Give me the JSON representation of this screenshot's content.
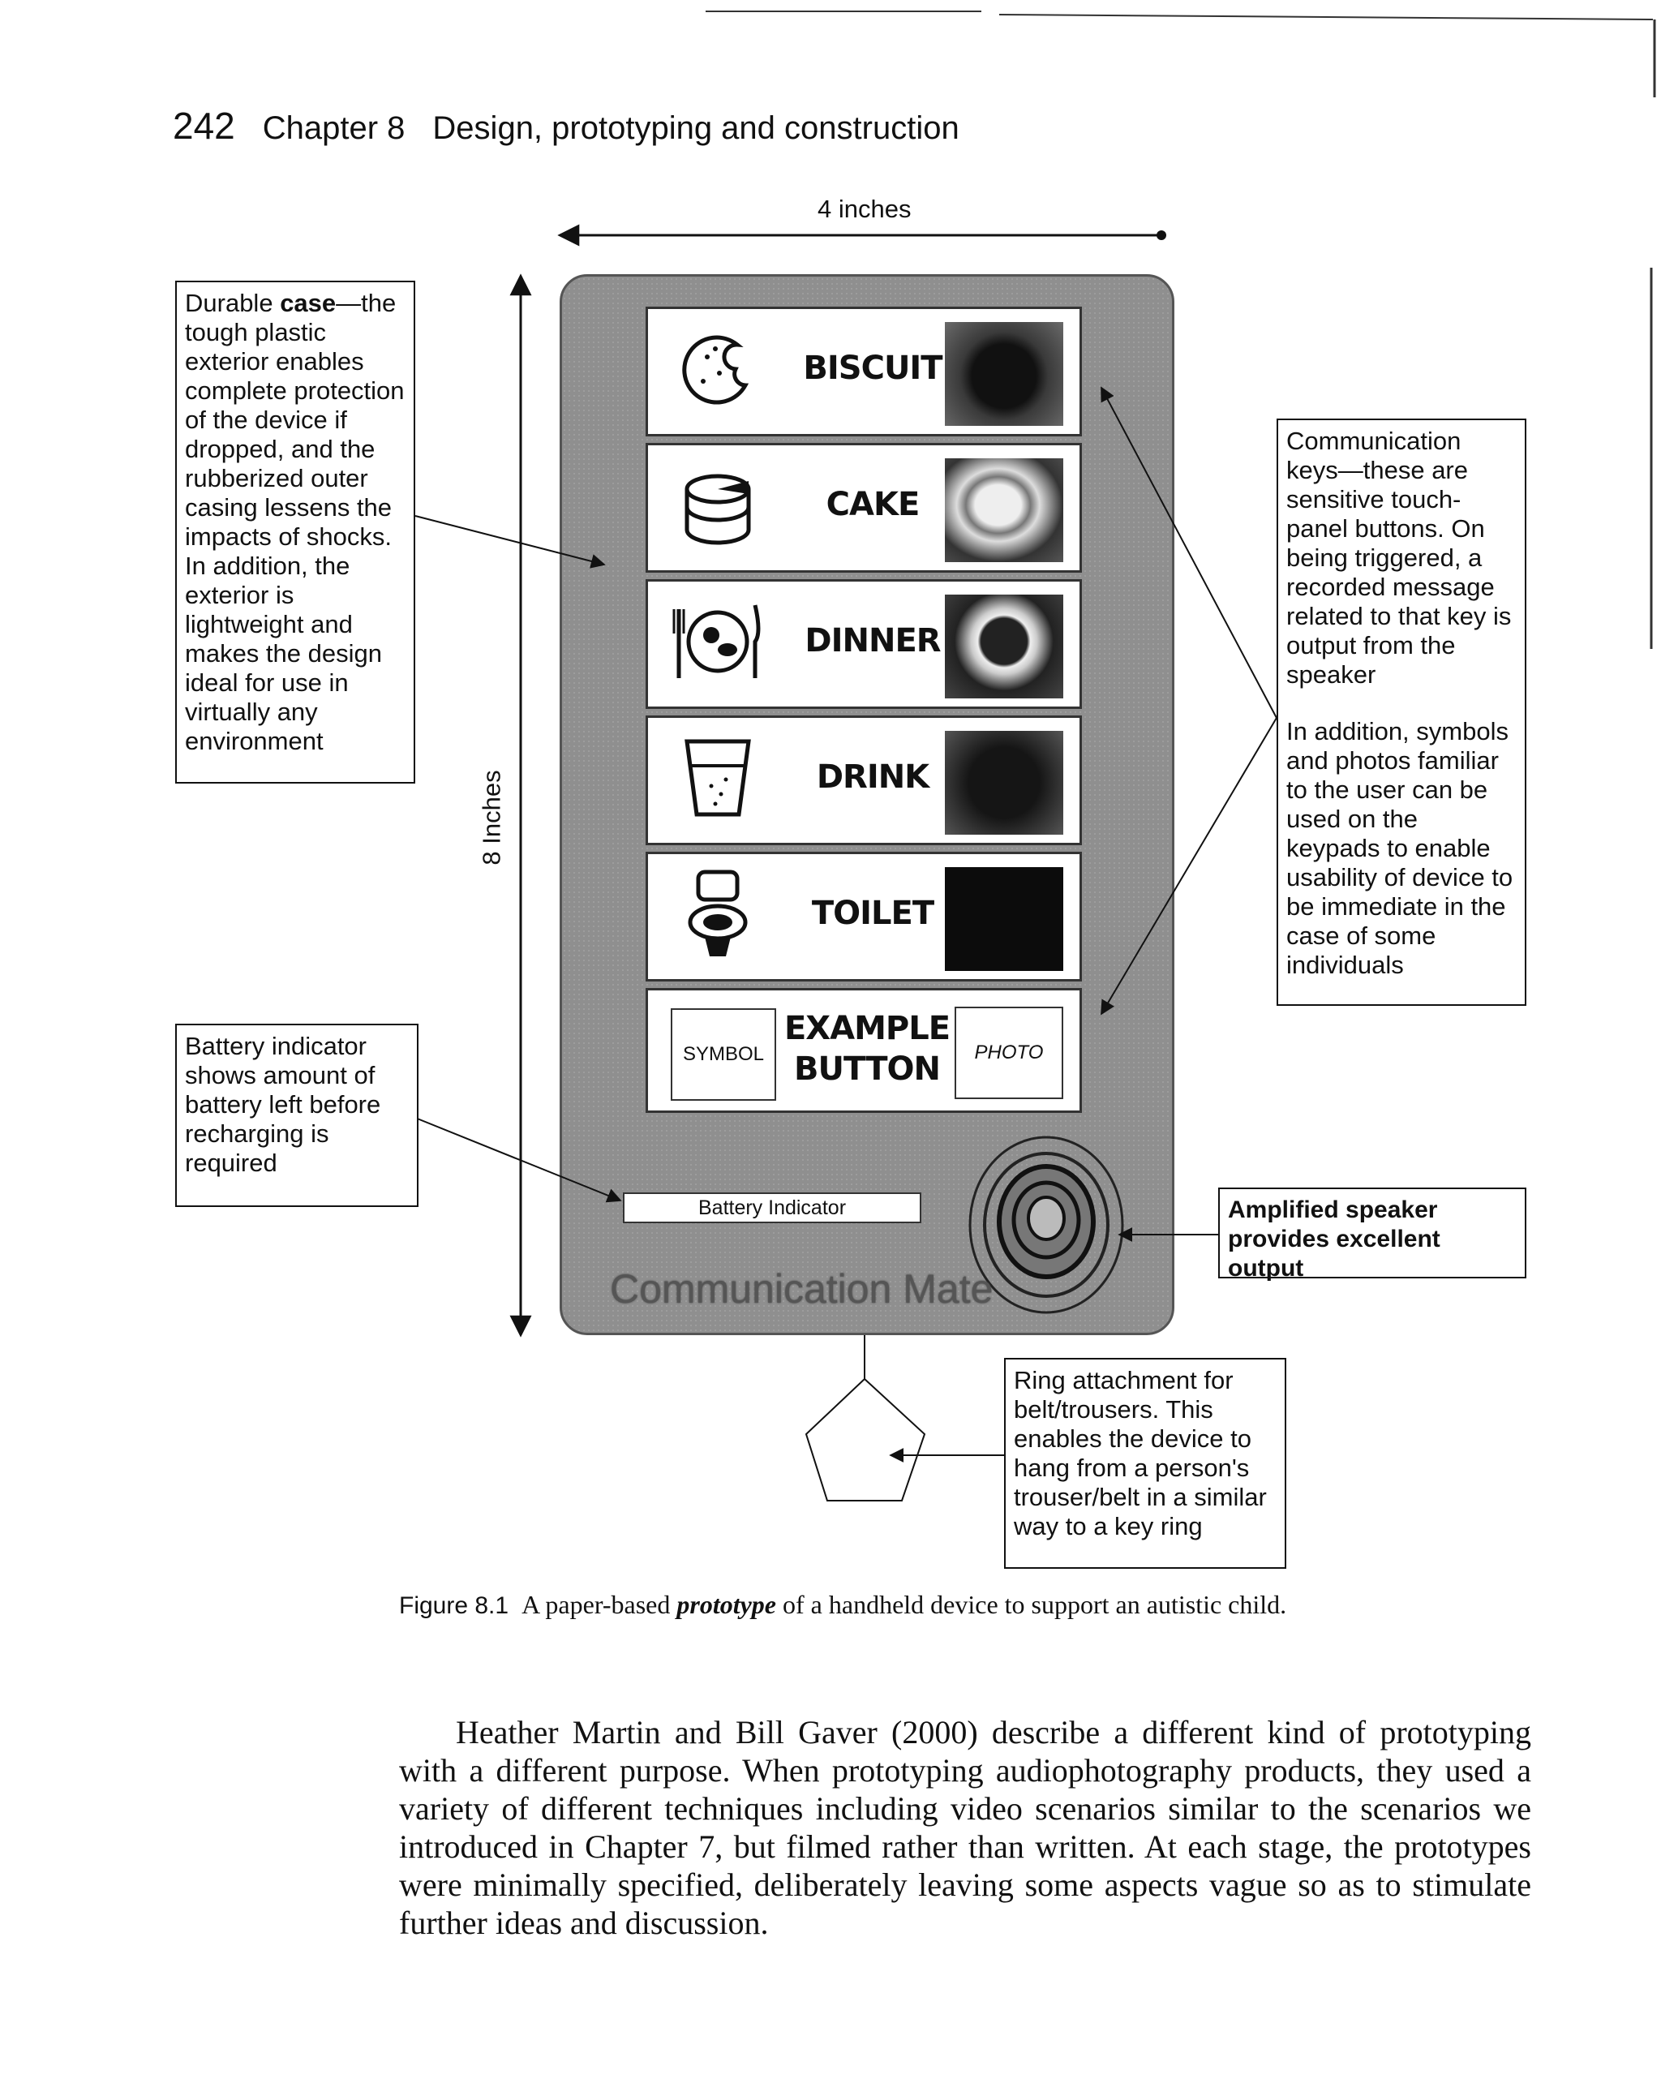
{
  "running_head": {
    "page_number": "242",
    "chapter": "Chapter 8",
    "title": "Design, prototyping and construction"
  },
  "dimensions": {
    "width_label": "4 inches",
    "height_label": "8 Inches"
  },
  "callouts": {
    "case": {
      "prefix": "Durable ",
      "bold": "case",
      "rest": "—the tough plastic exterior enables complete protection of the device if dropped, and the rubberized outer casing lessens the impacts of shocks. In addition, the exterior is lightweight and makes the design ideal for use in virtually any environment"
    },
    "battery": "Battery indicator shows amount of battery left before recharging is required",
    "keys_p1": "Communication keys—these are sensitive touch-panel buttons. On being triggered, a recorded message related to that key is output from the speaker",
    "keys_p2": "In addition, symbols and photos familiar to the user can be used on the keypads to enable usability of device to be immediate in the case of some individuals",
    "speaker": "Amplified speaker provides excellent output",
    "ring": "Ring attachment for belt/trousers. This enables the device to hang from a person's trouser/belt in a similar way to a key ring"
  },
  "keys": [
    {
      "label": "BISCUIT"
    },
    {
      "label": "CAKE"
    },
    {
      "label": "DINNER"
    },
    {
      "label": "DRINK"
    },
    {
      "label": "TOILET"
    }
  ],
  "example_key": {
    "symbol": "SYMBOL",
    "line1": "EXAMPLE",
    "line2": "BUTTON",
    "photo": "PHOTO"
  },
  "battery_indicator": "Battery Indicator",
  "device_name": "Communication Mate",
  "caption": {
    "figure": "Figure 8.1",
    "pre": "A paper-based ",
    "emph": "prototype",
    "post": " of a handheld device to support an autistic child."
  },
  "body_paragraph": "Heather Martin and Bill Gaver (2000) describe a different kind of prototyping with a different purpose. When prototyping audiophotography products, they used a variety of different techniques including video scenarios similar to the scenarios we introduced in Chapter 7, but filmed rather than written. At each stage, the prototypes were minimally specified, deliberately leaving some aspects vague so as to stimulate further ideas and discussion."
}
